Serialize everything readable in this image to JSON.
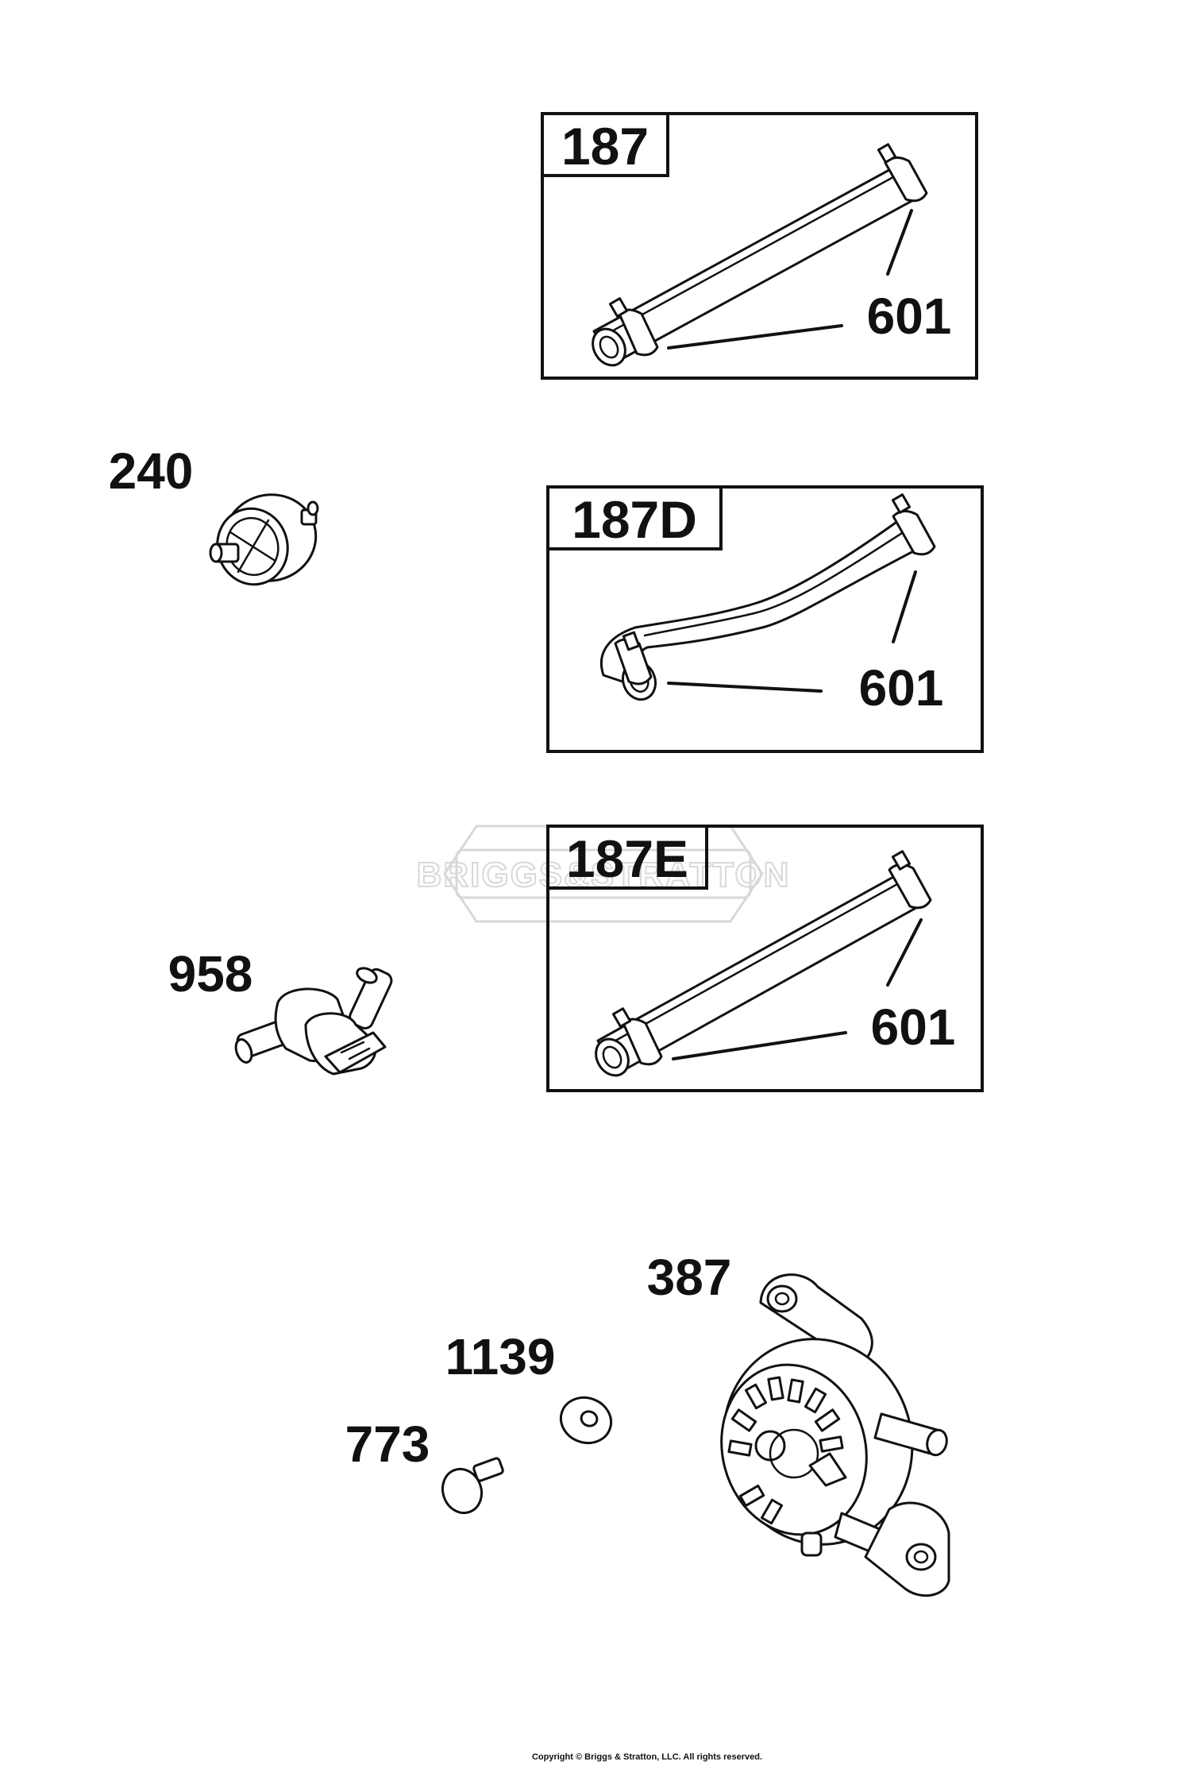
{
  "watermark": {
    "text": "BRIGGS&STRATTON"
  },
  "boxes": [
    {
      "label": "187",
      "callout": "601"
    },
    {
      "label": "187D",
      "callout": "601"
    },
    {
      "label": "187E",
      "callout": "601"
    }
  ],
  "parts": {
    "p240": "240",
    "p958": "958",
    "p387": "387",
    "p1139": "1139",
    "p773": "773"
  },
  "footer": {
    "copyright": "Copyright © Briggs & Stratton, LLC. All rights reserved."
  }
}
